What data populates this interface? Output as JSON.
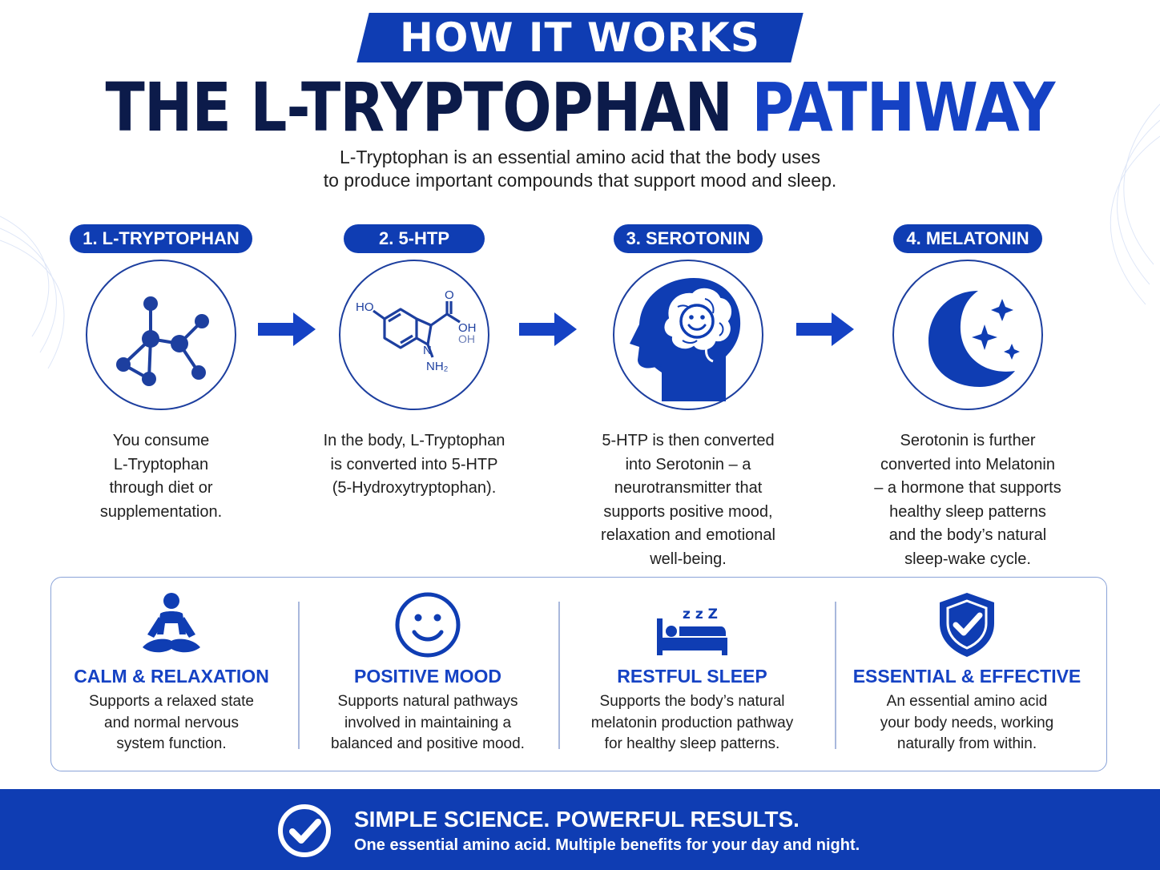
{
  "header": {
    "badge": "HOW IT WORKS",
    "title_main": "THE L-TRYPTOPHAN",
    "title_accent": "PATHWAY",
    "intro_line1": "L-Tryptophan is an essential amino acid that the body uses",
    "intro_line2": "to produce important compounds that support mood and sleep."
  },
  "steps": [
    {
      "label": "1. L-TRYPTOPHAN",
      "icon": "molecule-network-icon",
      "description": [
        "You consume",
        "L-Tryptophan",
        "through diet or",
        "supplementation."
      ]
    },
    {
      "label": "2. 5-HTP",
      "icon": "chemical-structure-icon",
      "structure_labels": {
        "ho": "HO",
        "o": "O",
        "oh1": "OH",
        "oh2": "OH",
        "n": "N",
        "nh2": "NH₂"
      },
      "description": [
        "In the body, L-Tryptophan",
        "is converted into 5-HTP",
        "(5-Hydroxytryptophan)."
      ]
    },
    {
      "label": "3. SEROTONIN",
      "icon": "head-brain-smile-icon",
      "description": [
        "5-HTP is then converted",
        "into Serotonin – a",
        "neurotransmitter that",
        "supports positive mood,",
        "relaxation and emotional",
        "well-being."
      ]
    },
    {
      "label": "4. MELATONIN",
      "icon": "moon-stars-icon",
      "description": [
        "Serotonin is further",
        "converted into Melatonin",
        "– a hormone that supports",
        "healthy sleep patterns",
        "and the body’s natural",
        "sleep-wake cycle."
      ]
    }
  ],
  "benefits": [
    {
      "icon": "meditation-icon",
      "title": "CALM & RELAXATION",
      "text": [
        "Supports a relaxed state",
        "and normal nervous",
        "system function."
      ]
    },
    {
      "icon": "smiley-face-icon",
      "title": "POSITIVE MOOD",
      "text": [
        "Supports natural pathways",
        "involved in maintaining a",
        "balanced and positive mood."
      ]
    },
    {
      "icon": "sleeping-bed-icon",
      "zzz": "z z Z",
      "title": "RESTFUL SLEEP",
      "text": [
        "Supports the body’s natural",
        "melatonin production pathway",
        "for healthy sleep patterns."
      ]
    },
    {
      "icon": "shield-check-icon",
      "title": "ESSENTIAL & EFFECTIVE",
      "text": [
        "An essential amino acid",
        "your body needs, working",
        "naturally from within."
      ]
    }
  ],
  "footer": {
    "icon": "check-circle-icon",
    "title": "SIMPLE SCIENCE. POWERFUL RESULTS.",
    "subtitle": "One essential amino acid. Multiple benefits for your day and night."
  },
  "colors": {
    "brand_blue": "#0f3db3",
    "accent_blue": "#1542c4",
    "navy": "#0c1b4a",
    "text": "#1f1f1f"
  }
}
